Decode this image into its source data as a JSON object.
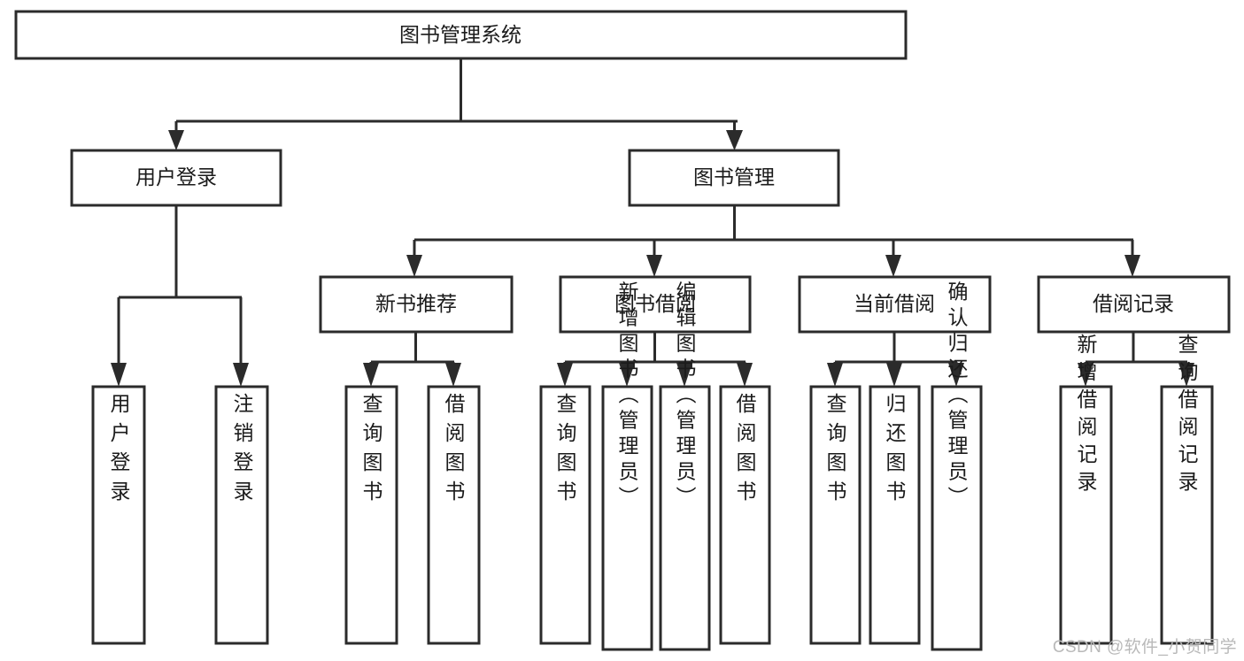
{
  "diagram": {
    "type": "tree",
    "title": "图书管理系统",
    "orientation": "top-down",
    "watermark": "CSDN @软件_小贺同学",
    "colors": {
      "stroke": "#2b2b2b",
      "box_fill": "#ffffff",
      "text": "#1b1b1b",
      "background": "#ffffff",
      "watermark": "#b9b9b9"
    },
    "nodes": {
      "root": {
        "label": "图书管理系统",
        "level": 1,
        "orientation": "horizontal"
      },
      "l2": [
        {
          "id": "user-login",
          "label": "用户登录",
          "level": 2,
          "orientation": "horizontal"
        },
        {
          "id": "book-manage",
          "label": "图书管理",
          "level": 2,
          "orientation": "horizontal"
        }
      ],
      "l3": [
        {
          "id": "new-book-rec",
          "label": "新书推荐",
          "level": 3,
          "orientation": "horizontal",
          "parent": "book-manage"
        },
        {
          "id": "book-borrow",
          "label": "图书借阅",
          "level": 3,
          "orientation": "horizontal",
          "parent": "book-manage"
        },
        {
          "id": "current-borrow",
          "label": "当前借阅",
          "level": 3,
          "orientation": "horizontal",
          "parent": "book-manage"
        },
        {
          "id": "borrow-record",
          "label": "借阅记录",
          "level": 3,
          "orientation": "horizontal",
          "parent": "book-manage"
        }
      ],
      "leaves": [
        {
          "id": "leaf-user-login",
          "label": "用户登录",
          "parent": "user-login",
          "orientation": "vertical"
        },
        {
          "id": "leaf-logout",
          "label": "注销登录",
          "parent": "user-login",
          "orientation": "vertical"
        },
        {
          "id": "leaf-query-book-1",
          "label": "查询图书",
          "parent": "new-book-rec",
          "orientation": "vertical"
        },
        {
          "id": "leaf-borrow-book-1",
          "label": "借阅图书",
          "parent": "new-book-rec",
          "orientation": "vertical"
        },
        {
          "id": "leaf-query-book-2",
          "label": "查询图书",
          "parent": "book-borrow",
          "orientation": "vertical"
        },
        {
          "id": "leaf-add-book",
          "label": "新增图书（管理员）",
          "parent": "book-borrow",
          "orientation": "vertical"
        },
        {
          "id": "leaf-edit-book",
          "label": "编辑图书（管理员）",
          "parent": "book-borrow",
          "orientation": "vertical"
        },
        {
          "id": "leaf-borrow-book-2",
          "label": "借阅图书",
          "parent": "book-borrow",
          "orientation": "vertical"
        },
        {
          "id": "leaf-query-book-3",
          "label": "查询图书",
          "parent": "current-borrow",
          "orientation": "vertical"
        },
        {
          "id": "leaf-return-book",
          "label": "归还图书",
          "parent": "current-borrow",
          "orientation": "vertical"
        },
        {
          "id": "leaf-confirm-return",
          "label": "确认归还（管理员）",
          "parent": "current-borrow",
          "orientation": "vertical"
        },
        {
          "id": "leaf-add-record",
          "label": "新增借阅记录",
          "parent": "borrow-record",
          "orientation": "vertical"
        },
        {
          "id": "leaf-query-record",
          "label": "查询借阅记录",
          "parent": "borrow-record",
          "orientation": "vertical"
        }
      ]
    }
  }
}
